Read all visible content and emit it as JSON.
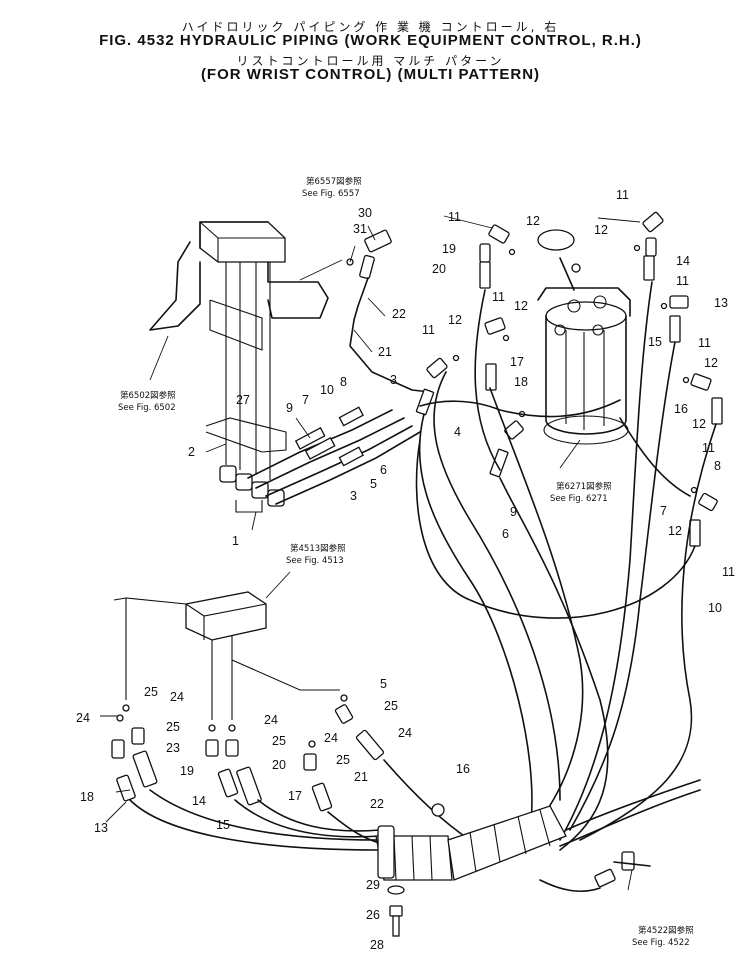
{
  "figure": {
    "title_jp": "ハイドロリック パイピング 作 業 機 コントロール, 右",
    "title_en": "FIG. 4532  HYDRAULIC PIPING (WORK EQUIPMENT CONTROL, R.H.)",
    "subtitle_jp": "リストコントロール用 マルチ パターン",
    "subtitle_en": "(FOR WRIST CONTROL) (MULTI PATTERN)"
  },
  "references": [
    {
      "jp": "第6557図参照",
      "en": "See Fig. 6557"
    },
    {
      "jp": "第6502図参照",
      "en": "See Fig. 6502"
    },
    {
      "jp": "第4513図参照",
      "en": "See Fig. 4513"
    },
    {
      "jp": "第6271図参照",
      "en": "See Fig. 6271"
    },
    {
      "jp": "第4522図参照",
      "en": "See Fig. 4522"
    }
  ],
  "callouts": [
    "31",
    "30",
    "22",
    "21",
    "10",
    "8",
    "9",
    "7",
    "3",
    "2",
    "6",
    "5",
    "4",
    "3",
    "1",
    "11",
    "12",
    "19",
    "20",
    "11",
    "12",
    "11",
    "12",
    "17",
    "18",
    "11",
    "12",
    "11",
    "14",
    "13",
    "11",
    "15",
    "12",
    "16",
    "12",
    "11",
    "8",
    "7",
    "12",
    "11",
    "10",
    "9",
    "6",
    "5",
    "25",
    "24",
    "25",
    "24",
    "25",
    "24",
    "25",
    "24",
    "25",
    "24",
    "23",
    "19",
    "20",
    "21",
    "17",
    "22",
    "18",
    "13",
    "14",
    "15",
    "16",
    "29",
    "26",
    "28",
    "27"
  ]
}
